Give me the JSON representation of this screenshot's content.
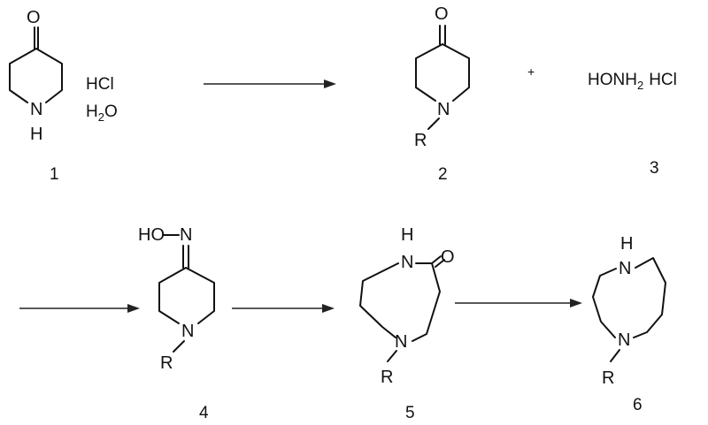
{
  "compounds": [
    {
      "number": "1",
      "ring_atom": "N",
      "ring_h": "H",
      "carbonyl_o": "O",
      "reagent_1": "HCl",
      "reagent_2_h": "H",
      "reagent_2_sub": "2",
      "reagent_2_o": "O"
    },
    {
      "number": "2",
      "ring_atom": "N",
      "carbonyl_o": "O",
      "substituent": "R"
    },
    {
      "number": "3",
      "formula_main": "HONH",
      "formula_sub": "2",
      "formula_salt": "HCl"
    },
    {
      "number": "4",
      "ring_atom": "N",
      "oxime_ho": "HO",
      "oxime_n": "N",
      "substituent": "R"
    },
    {
      "number": "5",
      "ring_atom_top": "N",
      "ring_h": "H",
      "carbonyl_o": "O",
      "ring_atom_bottom": "N",
      "substituent": "R"
    },
    {
      "number": "6",
      "ring_atom_top": "N",
      "ring_h": "H",
      "ring_atom_bottom": "N",
      "substituent": "R"
    }
  ],
  "plus_sign": "+",
  "colors": {
    "ink": "#111111",
    "background": "#ffffff"
  }
}
